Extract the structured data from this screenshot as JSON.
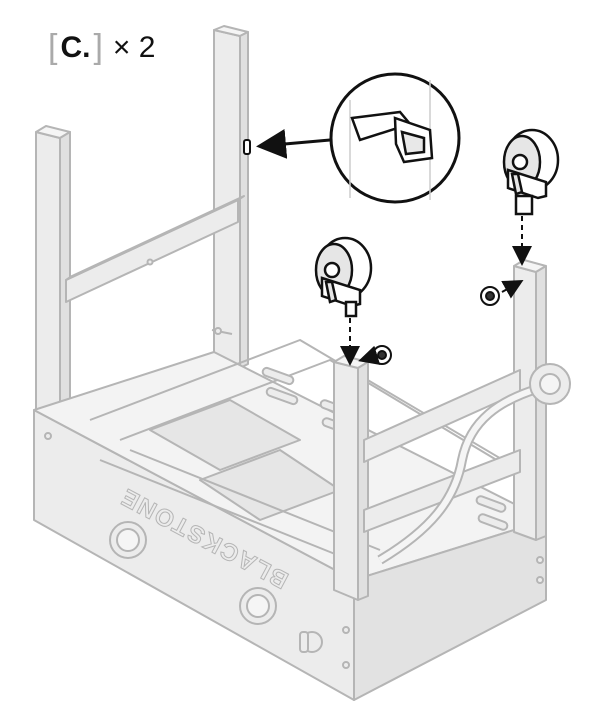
{
  "step": {
    "letter": "C.",
    "bracket_open": "[",
    "bracket_close": "]",
    "quantity": "× 2"
  },
  "brand": {
    "name": "BLACKSTONE"
  },
  "colors": {
    "frame_stroke": "#b5b5b5",
    "frame_fill": "#ececec",
    "part_stroke": "#111111",
    "part_fill": "#ffffff",
    "arrow": "#111111"
  },
  "icons": {
    "detail_callout": "latch-clip-detail",
    "caster": "caster-wheel",
    "lock_nut": "lock-nut"
  }
}
